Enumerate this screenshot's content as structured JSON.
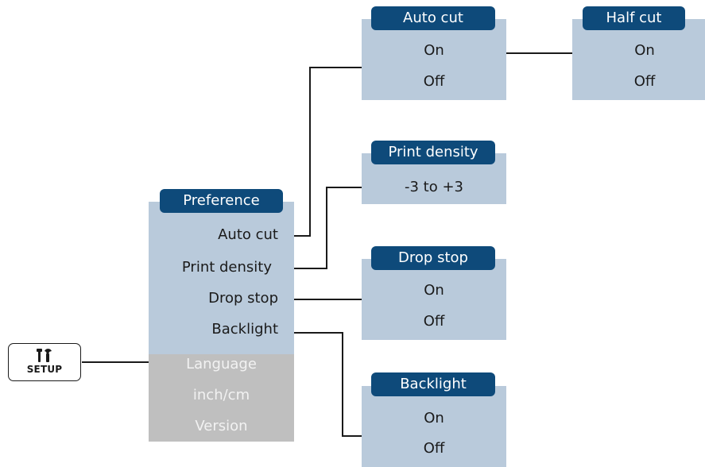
{
  "setup_button": {
    "label": "SETUP",
    "icon": "wrench-screwdriver-icon"
  },
  "preference": {
    "title": "Preference",
    "items": [
      "Auto cut",
      "Print density",
      "Drop stop",
      "Backlight"
    ],
    "other_items": [
      "Language",
      "inch/cm",
      "Version"
    ]
  },
  "auto_cut": {
    "title": "Auto cut",
    "options": [
      "On",
      "Off"
    ]
  },
  "half_cut": {
    "title": "Half cut",
    "options": [
      "On",
      "Off"
    ]
  },
  "print_density": {
    "title": "Print density",
    "value": "-3 to +3"
  },
  "drop_stop": {
    "title": "Drop stop",
    "options": [
      "On",
      "Off"
    ]
  },
  "backlight": {
    "title": "Backlight",
    "options": [
      "On",
      "Off"
    ]
  },
  "colors": {
    "header_fill": "#0e4a7a",
    "panel_fill": "#b9cadb",
    "inactive_fill": "#bfbfbf",
    "connector": "#1a1a1a"
  }
}
